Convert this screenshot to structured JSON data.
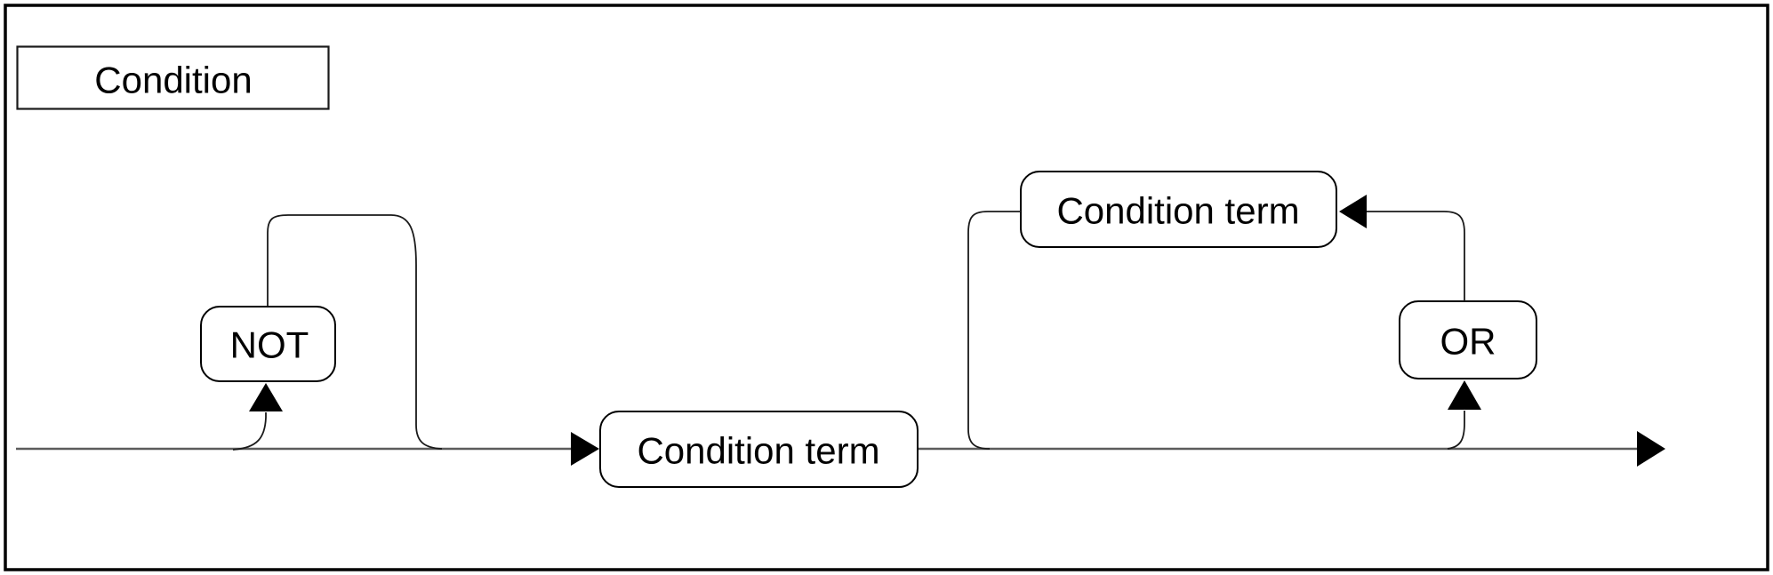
{
  "diagram": {
    "kind": "railroad-syntax-diagram",
    "title_box": {
      "label": "Condition"
    },
    "nodes": {
      "not": {
        "label": "NOT"
      },
      "first_term": {
        "label": "Condition term"
      },
      "loop_term": {
        "label": "Condition term"
      },
      "or": {
        "label": "OR"
      }
    },
    "arrows": [
      {
        "name": "not-entry-arrow",
        "direction": "up"
      },
      {
        "name": "term-entry-arrow",
        "direction": "right"
      },
      {
        "name": "or-entry-arrow",
        "direction": "up"
      },
      {
        "name": "loop-term-entry-arrow",
        "direction": "left"
      },
      {
        "name": "exit-arrow",
        "direction": "right"
      }
    ]
  },
  "colors": {
    "background": "#ffffff",
    "border": "#000000",
    "main_line": "#5c5c5c",
    "curve_line": "#1a1a1a",
    "box_outline": "#000000",
    "arrowhead": "#000000",
    "text": "#000000"
  }
}
